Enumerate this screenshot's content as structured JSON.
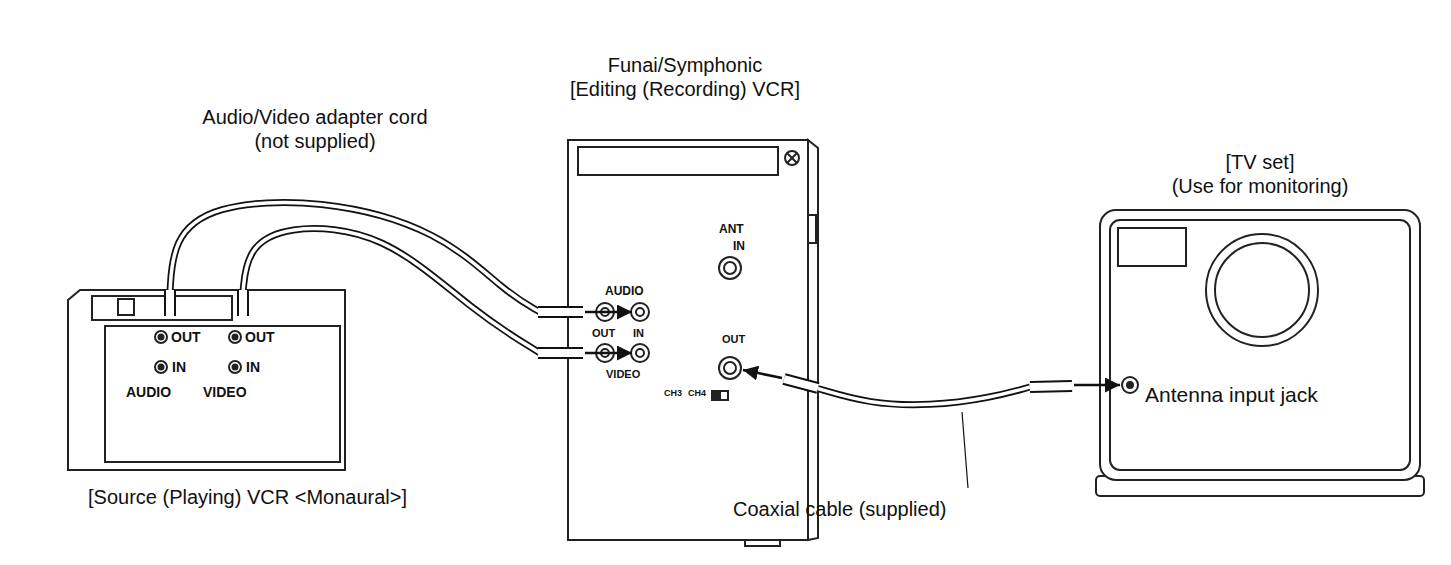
{
  "diagram": {
    "nodes": [
      {
        "text": [
          "[Source (Playing) VCR <Monaural>]"
        ]
      },
      {
        "text": [
          "Funai/Symphonic [Editing (Recording) VCR]"
        ]
      },
      {
        "text": [
          "[TV set] (Use for monitoring)",
          "Antenna input jack"
        ]
      }
    ],
    "edges": [
      {
        "from": 0,
        "to": 1,
        "arrow": "to"
      },
      {
        "from": 0,
        "to": 1,
        "arrow": "to"
      },
      {
        "from": 1,
        "to": 2,
        "label": "Coaxial cable (supplied)",
        "arrow": "both"
      }
    ],
    "labels": [
      "Audio/Video adapter cord (not supplied)",
      "OUT",
      "OUT",
      "IN",
      "IN",
      "AUDIO",
      "VIDEO",
      "ANT",
      "IN",
      "AUDIO",
      "OUT",
      "IN",
      "VIDEO",
      "OUT",
      "CH3",
      "CH4"
    ]
  }
}
